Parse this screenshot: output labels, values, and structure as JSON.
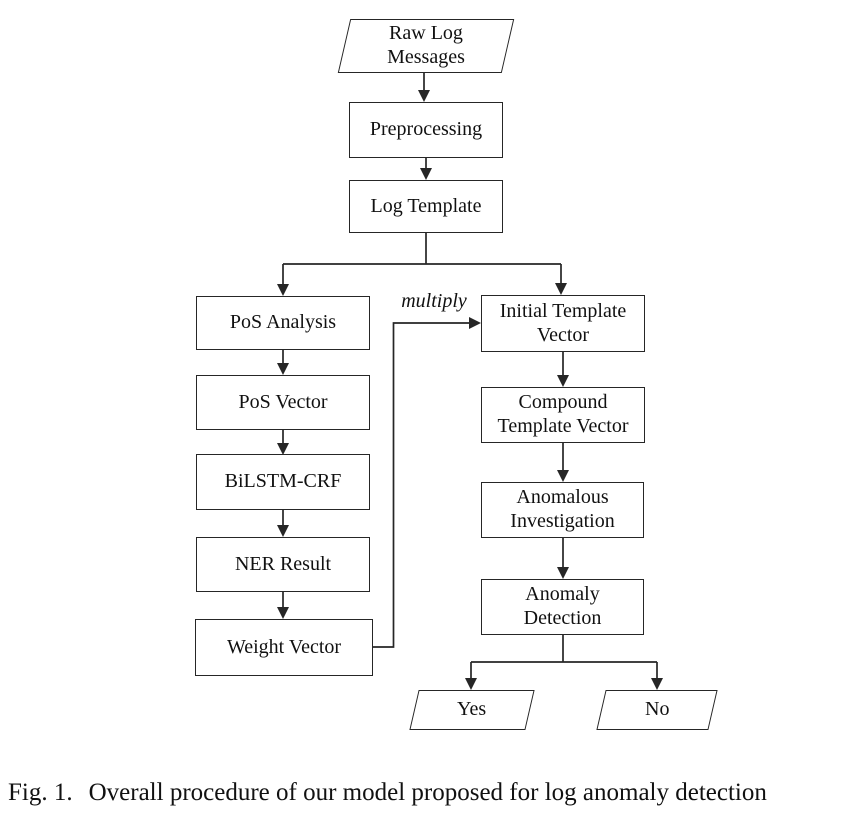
{
  "figure": {
    "nodes": {
      "raw_log": "Raw Log\nMessages",
      "preprocessing": "Preprocessing",
      "log_template": "Log Template",
      "pos_analysis": "PoS Analysis",
      "pos_vector": "PoS Vector",
      "bilstm_crf": "BiLSTM-CRF",
      "ner_result": "NER Result",
      "weight_vector": "Weight Vector",
      "initial_template_vector": "Initial Template\nVector",
      "compound_template_vector": "Compound\nTemplate Vector",
      "anomalous_investigation": "Anomalous\nInvestigation",
      "anomaly_detection": "Anomaly\nDetection",
      "yes": "Yes",
      "no": "No"
    },
    "edge_label": "multiply",
    "flow": [
      {
        "from": "Raw Log Messages",
        "to": "Preprocessing"
      },
      {
        "from": "Preprocessing",
        "to": "Log Template"
      },
      {
        "from": "Log Template",
        "to": "PoS Analysis"
      },
      {
        "from": "Log Template",
        "to": "Initial Template Vector"
      },
      {
        "from": "PoS Analysis",
        "to": "PoS Vector"
      },
      {
        "from": "PoS Vector",
        "to": "BiLSTM-CRF"
      },
      {
        "from": "BiLSTM-CRF",
        "to": "NER Result"
      },
      {
        "from": "NER Result",
        "to": "Weight Vector"
      },
      {
        "from": "Weight Vector",
        "to": "Initial Template Vector",
        "label": "multiply"
      },
      {
        "from": "Initial Template Vector",
        "to": "Compound Template Vector"
      },
      {
        "from": "Compound Template Vector",
        "to": "Anomalous Investigation"
      },
      {
        "from": "Anomalous Investigation",
        "to": "Anomaly Detection"
      },
      {
        "from": "Anomaly Detection",
        "to": "Yes"
      },
      {
        "from": "Anomaly Detection",
        "to": "No"
      }
    ]
  },
  "caption": {
    "label": "Fig. 1.",
    "text": "Overall procedure of our model proposed for log anomaly detection"
  },
  "colors": {
    "background": "#ffffff",
    "line": "#262626",
    "text": "#111111"
  }
}
